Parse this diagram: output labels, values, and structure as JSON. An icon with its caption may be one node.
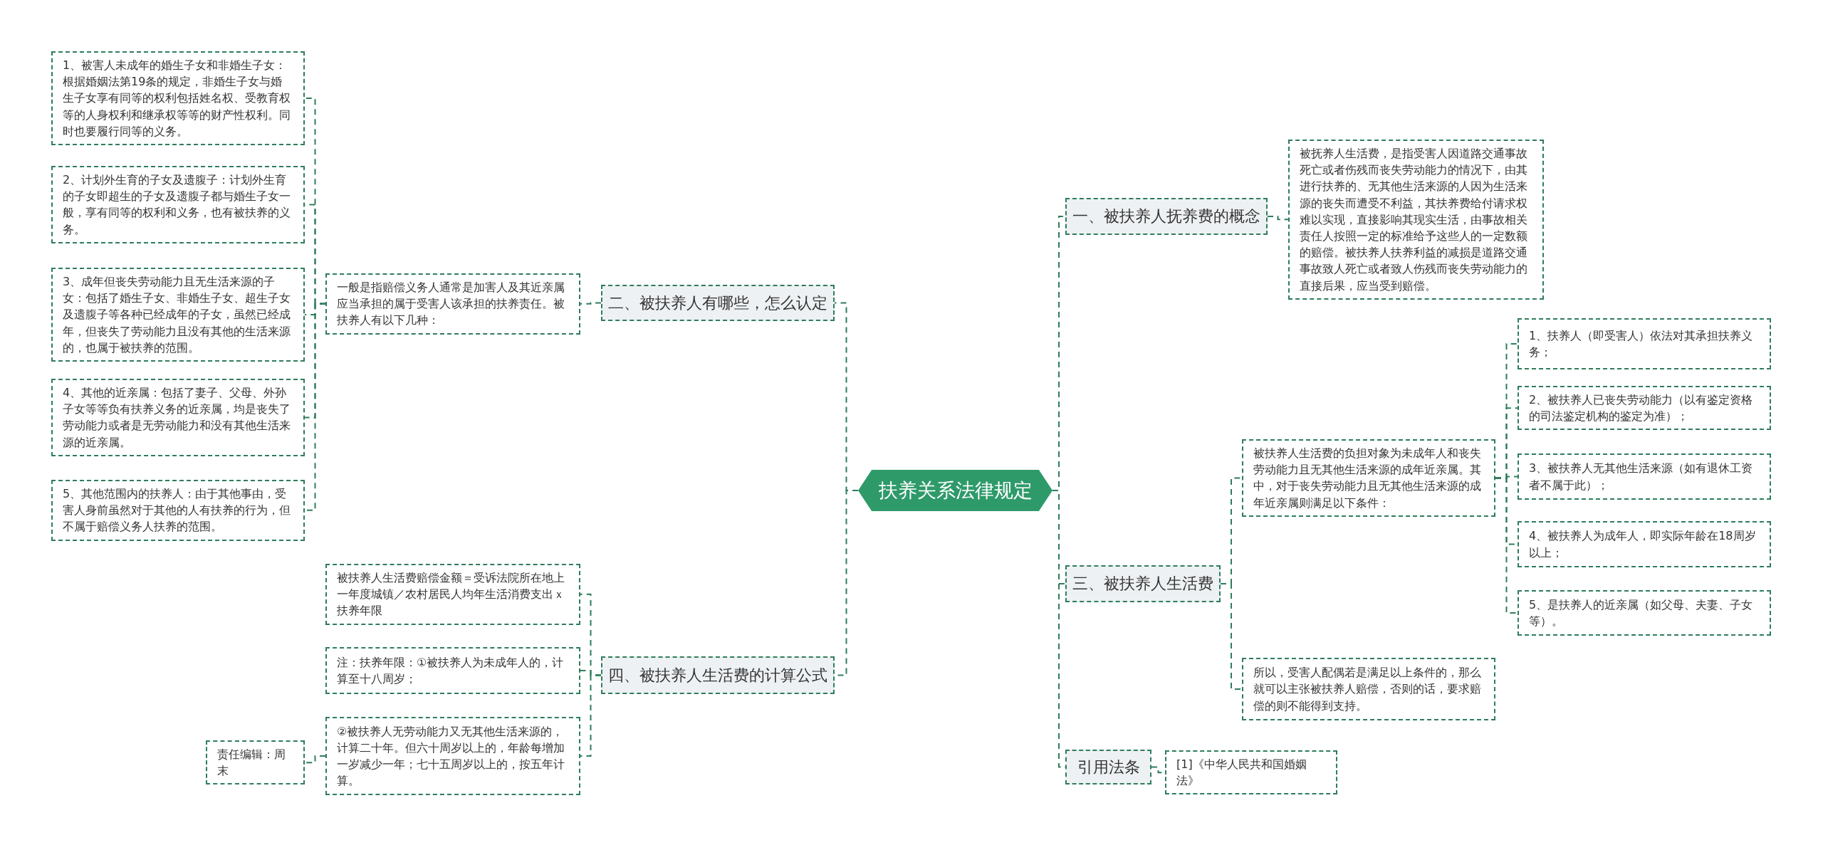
{
  "diagram": {
    "nodes": [
      {
        "text": [
          "扶养关系法律规定"
        ]
      },
      {
        "text": [
          "一、被扶养人抚养费的概念"
        ]
      },
      {
        "text": [
          "被抚养人生活费，是指受害人因道路交通事故死亡或者伤残而丧失劳动能力的情况下，由其进行扶养的、无其他生活来源的人因为生活来源的丧失而遭受不利益，其扶养费给付请求权难以实现，直接影响其现实生活，由事故相关责任人按照一定的标准给予这些人的一定数额的赔偿。被扶养人扶养利益的减损是道路交通事故致人死亡或者致人伤残而丧失劳动能力的直接后果，应当受到赔偿。"
        ]
      },
      {
        "text": [
          "二、被扶养人有哪些，怎么认定"
        ]
      },
      {
        "text": [
          "一般是指赔偿义务人通常是加害人及其近亲属应当承担的属于受害人该承担的扶养责任。被扶养人有以下几种："
        ]
      },
      {
        "text": [
          "1、被害人未成年的婚生子女和非婚生子女：根据婚姻法第19条的规定，非婚生子女与婚生子女享有同等的权利包括姓名权、受教育权等的人身权利和继承权等等的财产性权利。同时也要履行同等的义务。"
        ]
      },
      {
        "text": [
          "2、计划外生育的子女及遗腹子：计划外生育的子女即超生的子女及遗腹子都与婚生子女一般，享有同等的权利和义务，也有被扶养的义务。"
        ]
      },
      {
        "text": [
          "3、成年但丧失劳动能力且无生活来源的子女：包括了婚生子女、非婚生子女、超生子女及遗腹子等各种已经成年的子女，虽然已经成年，但丧失了劳动能力且没有其他的生活来源的，也属于被扶养的范围。"
        ]
      },
      {
        "text": [
          "4、其他的近亲属：包括了妻子、父母、外孙子女等等负有扶养义务的近亲属，均是丧失了劳动能力或者是无劳动能力和没有其他生活来源的近亲属。"
        ]
      },
      {
        "text": [
          "5、其他范围内的扶养人：由于其他事由，受害人身前虽然对于其他的人有扶养的行为，但不属于赔偿义务人扶养的范围。"
        ]
      },
      {
        "text": [
          "四、被扶养人生活费的计算公式"
        ]
      },
      {
        "text": [
          "被扶养人生活费赔偿金额＝受诉法院所在地上一年度城镇／农村居民人均年生活消费支出ｘ扶养年限"
        ]
      },
      {
        "text": [
          "注：扶养年限：①被扶养人为未成年人的，计算至十八周岁；"
        ]
      },
      {
        "text": [
          "②被扶养人无劳动能力又无其他生活来源的，计算二十年。但六十周岁以上的，年龄每增加一岁减少一年；七十五周岁以上的，按五年计算。"
        ]
      },
      {
        "text": [
          "责任编辑：周末"
        ]
      },
      {
        "text": [
          "三、被扶养人生活费"
        ]
      },
      {
        "text": [
          "被扶养人生活费的负担对象为未成年人和丧失劳动能力且无其他生活来源的成年近亲属。其中，对于丧失劳动能力且无其他生活来源的成年近亲属则满足以下条件："
        ]
      },
      {
        "text": [
          "1、扶养人（即受害人）依法对其承担扶养义务；"
        ]
      },
      {
        "text": [
          "2、被扶养人已丧失劳动能力（以有鉴定资格的司法鉴定机构的鉴定为准）；"
        ]
      },
      {
        "text": [
          "3、被扶养人无其他生活来源（如有退休工资者不属于此）；"
        ]
      },
      {
        "text": [
          "4、被扶养人为成年人，即实际年龄在18周岁以上；"
        ]
      },
      {
        "text": [
          "5、是扶养人的近亲属（如父母、夫妻、子女等）。"
        ]
      },
      {
        "text": [
          "所以，受害人配偶若是满足以上条件的，那么就可以主张被扶养人赔偿，否则的话，要求赔偿的则不能得到支持。"
        ]
      },
      {
        "text": [
          "引用法条"
        ]
      },
      {
        "text": [
          "[1]《中华人民共和国婚姻法》"
        ]
      }
    ],
    "edges": [
      {
        "from": 0,
        "to": 1,
        "arrow": "none"
      },
      {
        "from": 1,
        "to": 2,
        "arrow": "none"
      },
      {
        "from": 0,
        "to": 3,
        "arrow": "none"
      },
      {
        "from": 3,
        "to": 4,
        "arrow": "none"
      },
      {
        "from": 4,
        "to": 5,
        "arrow": "none"
      },
      {
        "from": 4,
        "to": 6,
        "arrow": "none"
      },
      {
        "from": 4,
        "to": 7,
        "arrow": "none"
      },
      {
        "from": 4,
        "to": 8,
        "arrow": "none"
      },
      {
        "from": 4,
        "to": 9,
        "arrow": "none"
      },
      {
        "from": 0,
        "to": 10,
        "arrow": "none"
      },
      {
        "from": 10,
        "to": 11,
        "arrow": "none"
      },
      {
        "from": 10,
        "to": 12,
        "arrow": "none"
      },
      {
        "from": 10,
        "to": 13,
        "arrow": "none"
      },
      {
        "from": 13,
        "to": 14,
        "arrow": "none"
      },
      {
        "from": 0,
        "to": 15,
        "arrow": "none"
      },
      {
        "from": 15,
        "to": 16,
        "arrow": "none"
      },
      {
        "from": 16,
        "to": 17,
        "arrow": "none"
      },
      {
        "from": 16,
        "to": 18,
        "arrow": "none"
      },
      {
        "from": 16,
        "to": 19,
        "arrow": "none"
      },
      {
        "from": 16,
        "to": 20,
        "arrow": "none"
      },
      {
        "from": 16,
        "to": 21,
        "arrow": "none"
      },
      {
        "from": 15,
        "to": 22,
        "arrow": "none"
      },
      {
        "from": 0,
        "to": 23,
        "arrow": "none"
      },
      {
        "from": 23,
        "to": 24,
        "arrow": "none"
      }
    ]
  }
}
